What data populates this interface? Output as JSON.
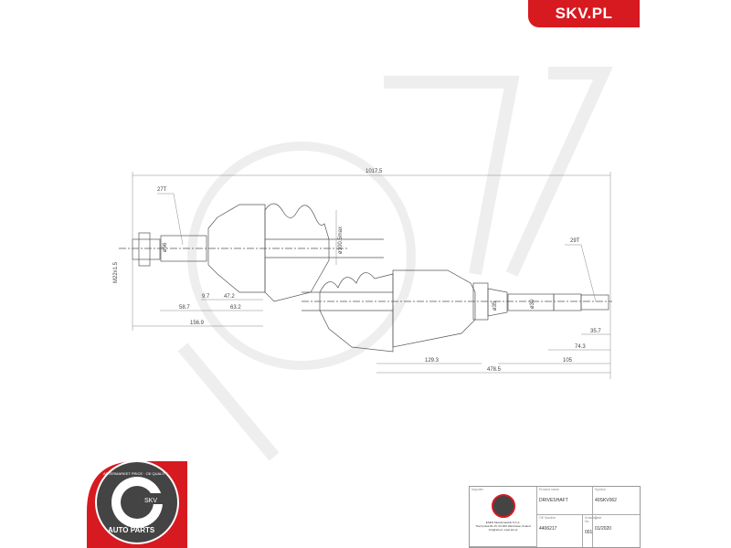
{
  "brand": {
    "label": "SKV.PL",
    "color": "#d71920"
  },
  "dimensions": {
    "overall": "1017.5",
    "spline_left": "27T",
    "spline_right": "29T",
    "thread": "M22x1.5",
    "dia_left": "ø56",
    "boot_dia": "ø100.5max",
    "d1": "9.7",
    "d2": "47.2",
    "d3": "58.7",
    "d4": "63.2",
    "d5": "156.9",
    "d6": "129.3",
    "d7": "478.5",
    "d8": "105",
    "d9": "74.3",
    "d10": "35.7",
    "dia_right": "ø30",
    "dia_mid": "ø35"
  },
  "title_block": {
    "importer_label": "Importer",
    "importer_text": [
      "ESEN Skandynawski S.K.A.",
      "Tłoczyńska 81-15, 02-000 Warszawa, Poland",
      "info@skv.pl, www.skv.pl"
    ],
    "product_label": "Product name",
    "product": "DRIVESHAFT",
    "symbol_label": "Symbol",
    "symbol": "40SKV062",
    "oe_label": "OE Number",
    "oe": "4406217",
    "drawing_label": "Drawing No",
    "drawing": "001",
    "date_label": "Date",
    "date": "01/2020"
  },
  "badge": {
    "top_text": "AFTERMARKET PRICE · OE QUALITY",
    "center": "SKV",
    "bottom_text": "AUTO PARTS"
  }
}
